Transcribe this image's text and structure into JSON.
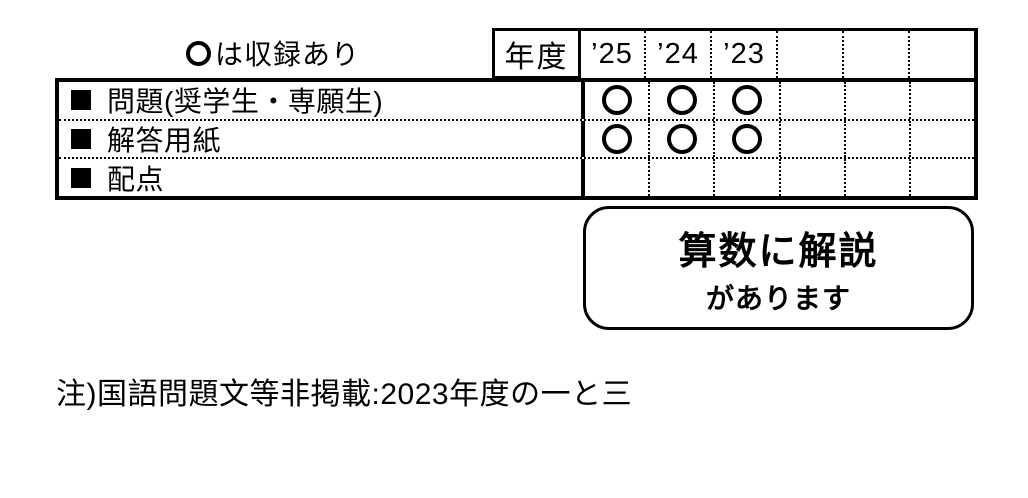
{
  "legend": {
    "symbol": "〇",
    "text": "は収録あり"
  },
  "table": {
    "year_header_label": "年度",
    "year_columns": [
      "’25",
      "’24",
      "’23",
      "",
      "",
      ""
    ],
    "rows": [
      {
        "bullet": "■",
        "label": "問題(奨学生・専願生)",
        "marks": [
          "〇",
          "〇",
          "〇",
          "",
          "",
          ""
        ]
      },
      {
        "bullet": "■",
        "label": "解答用紙",
        "marks": [
          "〇",
          "〇",
          "〇",
          "",
          "",
          ""
        ]
      },
      {
        "bullet": "■",
        "label": "配点",
        "marks": [
          "",
          "",
          "",
          "",
          "",
          ""
        ]
      }
    ]
  },
  "callout": {
    "line1": "算数に解説",
    "line2": "があります"
  },
  "note": "注)国語問題文等非掲載:2023年度の一と三",
  "colors": {
    "ink": "#000000",
    "background": "#ffffff"
  }
}
